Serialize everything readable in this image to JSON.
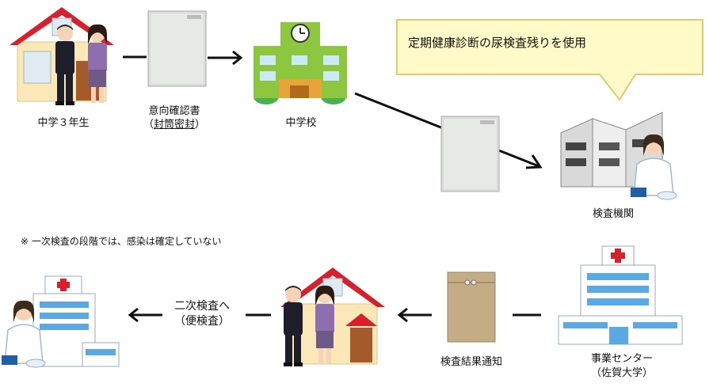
{
  "callout": {
    "text": "定期健康診断の尿検査残りを使用"
  },
  "labels": {
    "students": "中学３年生",
    "consent_line1": "意向確認書",
    "consent_paren_open": "（",
    "consent_sealed": "封筒密封",
    "consent_paren_close": "）",
    "school": "中学校",
    "lab": "検査機関",
    "note": "※ 一次検査の段階では、感染は確定していない",
    "second_test_line1": "二次検査へ",
    "second_test_line2": "（便検査）",
    "result_notice": "検査結果通知",
    "center_line1": "事業センター",
    "center_line2": "（佐賀大学）"
  },
  "colors": {
    "callout_fill": "#fffac8",
    "callout_border": "#e2c96f",
    "roof_red": "#d8202c",
    "school_green": "#8dc63f",
    "hospital_blue": "#5aa9e6",
    "envelope_gray": "#d9dcd9",
    "kraft_envelope": "#c4ad86",
    "arrow": "#111111"
  },
  "icons": [
    "house-icon",
    "student-boy-icon",
    "student-girl-icon",
    "envelope-icon",
    "school-icon",
    "lab-building-icon",
    "nurse-icon",
    "hospital-icon",
    "kraft-envelope-icon"
  ]
}
